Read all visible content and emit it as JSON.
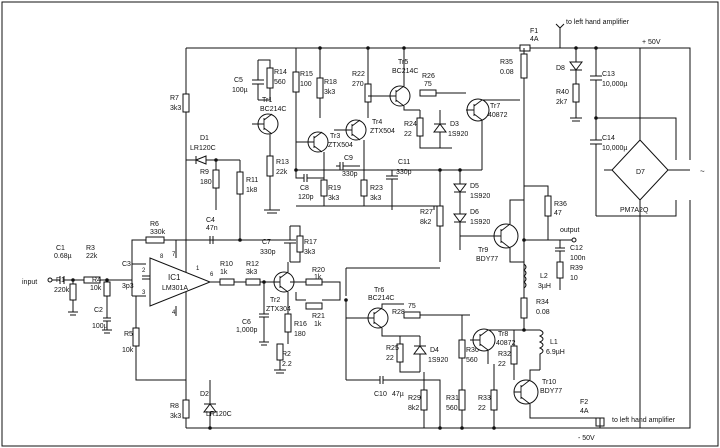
{
  "io": {
    "input": "input",
    "output": "output",
    "to_left_top": "to left hand amplifier",
    "to_left_bottom": "to left hand amplifier",
    "plus_rail": "+ 50V",
    "minus_rail": "- 50V",
    "ac": "~"
  },
  "ic": {
    "ref": "IC1",
    "part": "LM301A",
    "pins": [
      "2",
      "3",
      "4",
      "6",
      "7",
      "8",
      "1"
    ]
  },
  "transistors": [
    {
      "ref": "Tr1",
      "part": "BC214C"
    },
    {
      "ref": "Tr2",
      "part": "ZTX304"
    },
    {
      "ref": "Tr3",
      "part": "ZTX504"
    },
    {
      "ref": "Tr4",
      "part": "ZTX504"
    },
    {
      "ref": "Tr5",
      "part": "BC214C"
    },
    {
      "ref": "Tr6",
      "part": "BC214C"
    },
    {
      "ref": "Tr7",
      "part": "40872"
    },
    {
      "ref": "Tr8",
      "part": "40872"
    },
    {
      "ref": "Tr9",
      "part": "BDY77"
    },
    {
      "ref": "Tr10",
      "part": "BDY77"
    }
  ],
  "resistors": [
    {
      "ref": "R1",
      "value": "220k"
    },
    {
      "ref": "R2",
      "value": "2.2"
    },
    {
      "ref": "R3",
      "value": "22k"
    },
    {
      "ref": "R4",
      "value": "10k"
    },
    {
      "ref": "R5",
      "value": "10k"
    },
    {
      "ref": "R6",
      "value": "330k"
    },
    {
      "ref": "R7",
      "value": "3k3"
    },
    {
      "ref": "R8",
      "value": "3k3"
    },
    {
      "ref": "R9",
      "value": "180"
    },
    {
      "ref": "R10",
      "value": "1k"
    },
    {
      "ref": "R11",
      "value": "1k8"
    },
    {
      "ref": "R12",
      "value": "3k3"
    },
    {
      "ref": "R13",
      "value": "22k"
    },
    {
      "ref": "R14",
      "value": "560"
    },
    {
      "ref": "R15",
      "value": "100"
    },
    {
      "ref": "R16",
      "value": "180"
    },
    {
      "ref": "R17",
      "value": "3k3"
    },
    {
      "ref": "R18",
      "value": "3k3"
    },
    {
      "ref": "R19",
      "value": "3k3"
    },
    {
      "ref": "R20",
      "value": "1k"
    },
    {
      "ref": "R21",
      "value": "1k"
    },
    {
      "ref": "R22",
      "value": "270"
    },
    {
      "ref": "R23",
      "value": "3k3"
    },
    {
      "ref": "R24",
      "value": "22"
    },
    {
      "ref": "R25",
      "value": "22"
    },
    {
      "ref": "R26",
      "value": "75"
    },
    {
      "ref": "R27",
      "value": "8k2"
    },
    {
      "ref": "R28",
      "value": "75"
    },
    {
      "ref": "R29",
      "value": "8k2"
    },
    {
      "ref": "R30",
      "value": "560"
    },
    {
      "ref": "R31",
      "value": "560"
    },
    {
      "ref": "R32",
      "value": "22"
    },
    {
      "ref": "R33",
      "value": "22"
    },
    {
      "ref": "R34",
      "value": "0.08"
    },
    {
      "ref": "R35",
      "value": "0.08"
    },
    {
      "ref": "R36",
      "value": "47"
    },
    {
      "ref": "R39",
      "value": "10"
    },
    {
      "ref": "R40",
      "value": "2k7"
    }
  ],
  "capacitors": [
    {
      "ref": "C1",
      "value": "0.68µ"
    },
    {
      "ref": "C2",
      "value": "100µ"
    },
    {
      "ref": "C3",
      "value": "3p3"
    },
    {
      "ref": "C4",
      "value": "47n"
    },
    {
      "ref": "C5",
      "value": "100µ"
    },
    {
      "ref": "C6",
      "value": "1,000p"
    },
    {
      "ref": "C7",
      "value": "330p"
    },
    {
      "ref": "C8",
      "value": "120p"
    },
    {
      "ref": "C9",
      "value": "330p"
    },
    {
      "ref": "C10",
      "value": "47µ"
    },
    {
      "ref": "C11",
      "value": "330p"
    },
    {
      "ref": "C12",
      "value": "100n"
    },
    {
      "ref": "C13",
      "value": "10,000µ"
    },
    {
      "ref": "C14",
      "value": "10,000µ"
    }
  ],
  "diodes": [
    {
      "ref": "D1",
      "part": "LR120C"
    },
    {
      "ref": "D2",
      "part": "LR120C"
    },
    {
      "ref": "D3",
      "part": "1S920"
    },
    {
      "ref": "D4",
      "part": "1S920"
    },
    {
      "ref": "D5",
      "part": "1S920"
    },
    {
      "ref": "D6",
      "part": "1S920"
    },
    {
      "ref": "D7",
      "part": "PM7A2Q"
    },
    {
      "ref": "D8",
      "part": ""
    }
  ],
  "inductors": [
    {
      "ref": "L1",
      "value": "6.9µH"
    },
    {
      "ref": "L2",
      "value": "3µH"
    }
  ],
  "fuses": [
    {
      "ref": "F1",
      "value": "4A"
    },
    {
      "ref": "F2",
      "value": "4A"
    }
  ]
}
